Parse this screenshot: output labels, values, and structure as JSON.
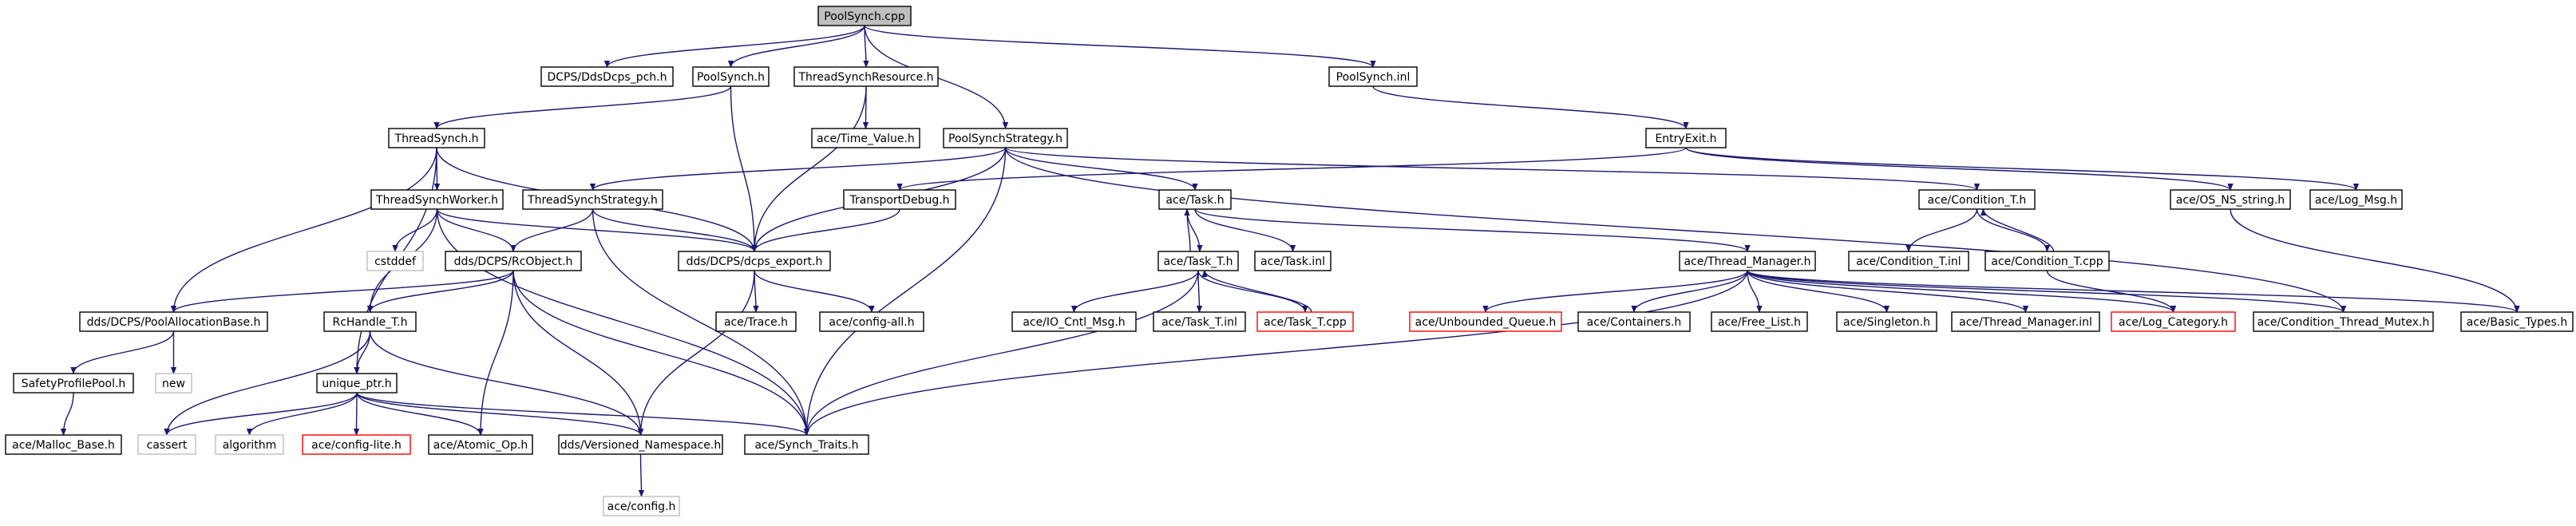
{
  "graph": {
    "colors": {
      "edge": "#191970",
      "root_fill": "#bfbfbf",
      "normal_stroke": "#000000",
      "missing_stroke": "#bfbfbf",
      "truncated_stroke": "#ff0000"
    },
    "nodes": [
      {
        "id": "n_root",
        "label": "PoolSynch.cpp",
        "kind": "root"
      },
      {
        "id": "n_pch",
        "label": "DCPS/DdsDcps_pch.h",
        "kind": "normal"
      },
      {
        "id": "n_psh",
        "label": "PoolSynch.h",
        "kind": "normal"
      },
      {
        "id": "n_tsr",
        "label": "ThreadSynchResource.h",
        "kind": "normal"
      },
      {
        "id": "n_psinl",
        "label": "PoolSynch.inl",
        "kind": "normal"
      },
      {
        "id": "n_ts",
        "label": "ThreadSynch.h",
        "kind": "normal"
      },
      {
        "id": "n_tv",
        "label": "ace/Time_Value.h",
        "kind": "normal"
      },
      {
        "id": "n_pss",
        "label": "PoolSynchStrategy.h",
        "kind": "normal"
      },
      {
        "id": "n_ee",
        "label": "EntryExit.h",
        "kind": "normal"
      },
      {
        "id": "n_tsw",
        "label": "ThreadSynchWorker.h",
        "kind": "normal"
      },
      {
        "id": "n_tss",
        "label": "ThreadSynchStrategy.h",
        "kind": "normal"
      },
      {
        "id": "n_td",
        "label": "TransportDebug.h",
        "kind": "normal"
      },
      {
        "id": "n_acetask",
        "label": "ace/Task.h",
        "kind": "normal"
      },
      {
        "id": "n_cond",
        "label": "ace/Condition_T.h",
        "kind": "normal"
      },
      {
        "id": "n_osns",
        "label": "ace/OS_NS_string.h",
        "kind": "normal"
      },
      {
        "id": "n_logmsg",
        "label": "ace/Log_Msg.h",
        "kind": "normal"
      },
      {
        "id": "n_cstddef",
        "label": "cstddef",
        "kind": "missing"
      },
      {
        "id": "n_rco",
        "label": "dds/DCPS/RcObject.h",
        "kind": "normal"
      },
      {
        "id": "n_dexp",
        "label": "dds/DCPS/dcps_export.h",
        "kind": "normal"
      },
      {
        "id": "n_taskT",
        "label": "ace/Task_T.h",
        "kind": "normal"
      },
      {
        "id": "n_taskinl",
        "label": "ace/Task.inl",
        "kind": "normal"
      },
      {
        "id": "n_tm",
        "label": "ace/Thread_Manager.h",
        "kind": "normal"
      },
      {
        "id": "n_condinl",
        "label": "ace/Condition_T.inl",
        "kind": "normal"
      },
      {
        "id": "n_condcpp",
        "label": "ace/Condition_T.cpp",
        "kind": "normal"
      },
      {
        "id": "n_pab",
        "label": "dds/DCPS/PoolAllocationBase.h",
        "kind": "normal"
      },
      {
        "id": "n_rch",
        "label": "RcHandle_T.h",
        "kind": "normal"
      },
      {
        "id": "n_trace",
        "label": "ace/Trace.h",
        "kind": "normal"
      },
      {
        "id": "n_cfgall",
        "label": "ace/config-all.h",
        "kind": "normal"
      },
      {
        "id": "n_iocntl",
        "label": "ace/IO_Cntl_Msg.h",
        "kind": "normal"
      },
      {
        "id": "n_tasktinl",
        "label": "ace/Task_T.inl",
        "kind": "normal"
      },
      {
        "id": "n_tasktcpp",
        "label": "ace/Task_T.cpp",
        "kind": "truncated"
      },
      {
        "id": "n_uq",
        "label": "ace/Unbounded_Queue.h",
        "kind": "truncated"
      },
      {
        "id": "n_cont",
        "label": "ace/Containers.h",
        "kind": "normal"
      },
      {
        "id": "n_fl",
        "label": "ace/Free_List.h",
        "kind": "normal"
      },
      {
        "id": "n_sing",
        "label": "ace/Singleton.h",
        "kind": "normal"
      },
      {
        "id": "n_tminl",
        "label": "ace/Thread_Manager.inl",
        "kind": "normal"
      },
      {
        "id": "n_logcat",
        "label": "ace/Log_Category.h",
        "kind": "truncated"
      },
      {
        "id": "n_ctm",
        "label": "ace/Condition_Thread_Mutex.h",
        "kind": "normal"
      },
      {
        "id": "n_bt",
        "label": "ace/Basic_Types.h",
        "kind": "normal"
      },
      {
        "id": "n_spp",
        "label": "SafetyProfilePool.h",
        "kind": "normal"
      },
      {
        "id": "n_new",
        "label": "new",
        "kind": "missing"
      },
      {
        "id": "n_uptr",
        "label": "unique_ptr.h",
        "kind": "normal"
      },
      {
        "id": "n_malloc",
        "label": "ace/Malloc_Base.h",
        "kind": "normal"
      },
      {
        "id": "n_cassert",
        "label": "cassert",
        "kind": "missing"
      },
      {
        "id": "n_algo",
        "label": "algorithm",
        "kind": "missing"
      },
      {
        "id": "n_cfglite",
        "label": "ace/config-lite.h",
        "kind": "truncated"
      },
      {
        "id": "n_atomic",
        "label": "ace/Atomic_Op.h",
        "kind": "normal"
      },
      {
        "id": "n_vns",
        "label": "dds/Versioned_Namespace.h",
        "kind": "normal"
      },
      {
        "id": "n_st",
        "label": "ace/Synch_Traits.h",
        "kind": "normal"
      },
      {
        "id": "n_config",
        "label": "ace/config.h",
        "kind": "missing"
      }
    ],
    "edges": [
      [
        "n_root",
        "n_pch"
      ],
      [
        "n_root",
        "n_psh"
      ],
      [
        "n_root",
        "n_tsr"
      ],
      [
        "n_root",
        "n_psinl"
      ],
      [
        "n_root",
        "n_pss"
      ],
      [
        "n_psh",
        "n_ts"
      ],
      [
        "n_psh",
        "n_dexp"
      ],
      [
        "n_tsr",
        "n_tv"
      ],
      [
        "n_tsr",
        "n_dexp"
      ],
      [
        "n_psinl",
        "n_ee"
      ],
      [
        "n_ts",
        "n_tsw"
      ],
      [
        "n_ts",
        "n_pab"
      ],
      [
        "n_ts",
        "n_uptr"
      ],
      [
        "n_ts",
        "n_dexp"
      ],
      [
        "n_pss",
        "n_tss"
      ],
      [
        "n_pss",
        "n_dexp"
      ],
      [
        "n_pss",
        "n_acetask"
      ],
      [
        "n_pss",
        "n_cond"
      ],
      [
        "n_pss",
        "n_ctm"
      ],
      [
        "n_pss",
        "n_st"
      ],
      [
        "n_ee",
        "n_td"
      ],
      [
        "n_ee",
        "n_osns"
      ],
      [
        "n_ee",
        "n_logmsg"
      ],
      [
        "n_tsw",
        "n_cstddef"
      ],
      [
        "n_tsw",
        "n_rco"
      ],
      [
        "n_tsw",
        "n_rch"
      ],
      [
        "n_tsw",
        "n_dexp"
      ],
      [
        "n_tsw",
        "n_st"
      ],
      [
        "n_tss",
        "n_rco"
      ],
      [
        "n_tss",
        "n_dexp"
      ],
      [
        "n_tss",
        "n_st"
      ],
      [
        "n_td",
        "n_dexp"
      ],
      [
        "n_acetask",
        "n_taskT"
      ],
      [
        "n_acetask",
        "n_taskinl"
      ],
      [
        "n_acetask",
        "n_tm"
      ],
      [
        "n_cond",
        "n_condinl"
      ],
      [
        "n_cond",
        "n_condcpp"
      ],
      [
        "n_osns",
        "n_bt"
      ],
      [
        "n_rco",
        "n_pab"
      ],
      [
        "n_rco",
        "n_rch"
      ],
      [
        "n_rco",
        "n_atomic"
      ],
      [
        "n_rco",
        "n_vns"
      ],
      [
        "n_rco",
        "n_st"
      ],
      [
        "n_dexp",
        "n_trace"
      ],
      [
        "n_dexp",
        "n_cfgall"
      ],
      [
        "n_dexp",
        "n_vns"
      ],
      [
        "n_taskT",
        "n_acetask"
      ],
      [
        "n_taskT",
        "n_iocntl"
      ],
      [
        "n_taskT",
        "n_tasktinl"
      ],
      [
        "n_taskT",
        "n_tasktcpp"
      ],
      [
        "n_taskT",
        "n_st"
      ],
      [
        "n_tasktcpp",
        "n_taskT"
      ],
      [
        "n_tm",
        "n_uq"
      ],
      [
        "n_tm",
        "n_cont"
      ],
      [
        "n_tm",
        "n_fl"
      ],
      [
        "n_tm",
        "n_sing"
      ],
      [
        "n_tm",
        "n_tminl"
      ],
      [
        "n_tm",
        "n_logcat"
      ],
      [
        "n_tm",
        "n_ctm"
      ],
      [
        "n_tm",
        "n_bt"
      ],
      [
        "n_tm",
        "n_st"
      ],
      [
        "n_condcpp",
        "n_cond"
      ],
      [
        "n_condcpp",
        "n_logcat"
      ],
      [
        "n_pab",
        "n_spp"
      ],
      [
        "n_pab",
        "n_new"
      ],
      [
        "n_rch",
        "n_uptr"
      ],
      [
        "n_rch",
        "n_cassert"
      ],
      [
        "n_rch",
        "n_vns"
      ],
      [
        "n_spp",
        "n_malloc"
      ],
      [
        "n_uptr",
        "n_cassert"
      ],
      [
        "n_uptr",
        "n_algo"
      ],
      [
        "n_uptr",
        "n_cfglite"
      ],
      [
        "n_uptr",
        "n_atomic"
      ],
      [
        "n_uptr",
        "n_vns"
      ],
      [
        "n_uptr",
        "n_st"
      ],
      [
        "n_vns",
        "n_config"
      ]
    ]
  }
}
